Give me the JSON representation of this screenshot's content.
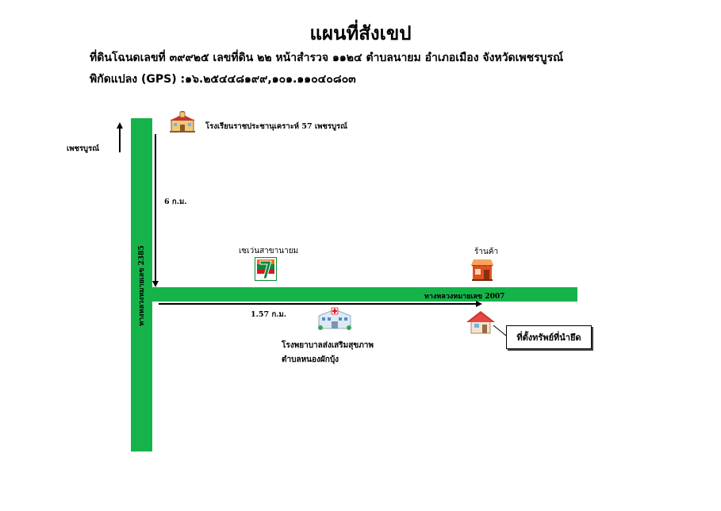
{
  "title": "แผนที่สังเขป",
  "deed_line": "ที่ดินโฉนดเลขที่ ๓๙๙๒๕ เลขที่ดิน ๒๒ หน้าสำรวจ ๑๑๒๔ ตำบลนายม อำเภอเมือง จังหวัดเพชรบูรณ์",
  "gps_line": "พิกัดแปลง (GPS) :๑๖.๒๕๔๔๘๑๙๙,๑๐๑.๑๑๐๔๐๘๐๓",
  "roads": {
    "vertical": "ทางหลวงหมายเลข 2385",
    "horizontal": "ทางหลวงหมายเลข 2007"
  },
  "directions": {
    "north_label": "เพชรบูรณ์",
    "distance_down": "6 ก.ม.",
    "distance_right": "1.57 ก.ม."
  },
  "landmarks": {
    "school": "โรงเรียนราชประชานุเคราะห์ 57  เพชรบูรณ์",
    "seven_eleven": "เซเว่นสาขานายม",
    "shop": "ร้านค้า",
    "hospital_line1": "โรงพยาบาลส่งเสริมสุขภาพ",
    "hospital_line2": "ตำบลหนองผักบุ้ง"
  },
  "callout": "ที่ตั้งทรัพย์ที่นำยึด",
  "colors": {
    "road": "#16b34a",
    "shop": "#e0511f",
    "house_roof": "#d9352b",
    "seven_green": "#0a8a3a",
    "seven_orange": "#f26b1d",
    "seven_red": "#d71920"
  }
}
